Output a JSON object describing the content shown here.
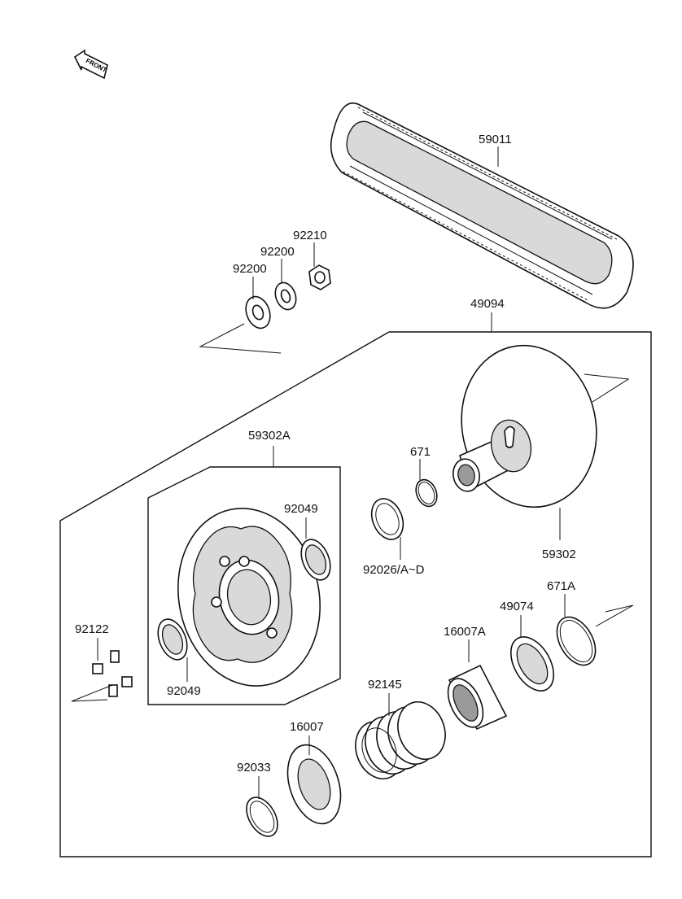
{
  "labels": {
    "front_marker": "FRONT",
    "belt": "59011",
    "washer_a": "92200",
    "washer_b": "92200",
    "nut": "92210",
    "pulley_assy": "49094",
    "fixed_sheave_assy": "59302A",
    "seal_upper": "92049",
    "seal_lower": "92049",
    "grease_fitting": "92122",
    "o_ring": "671",
    "shim": "92026/A~D",
    "fixed_sheave": "59302",
    "ring_671a": "671A",
    "cam": "49074",
    "cam_sleeve": "16007A",
    "spring": "92145",
    "bushing": "16007",
    "snap_ring": "92033"
  }
}
